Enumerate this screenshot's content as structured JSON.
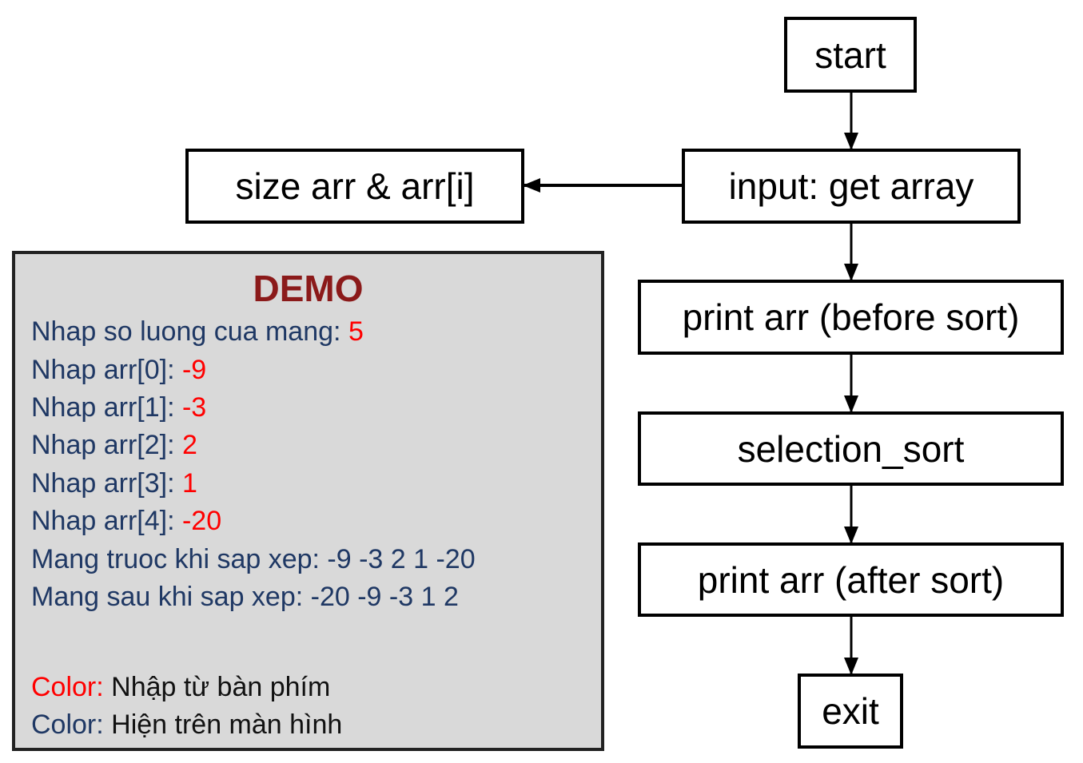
{
  "flowchart": {
    "start": "start",
    "input": "input: get array",
    "side": "size arr & arr[i]",
    "print_before": "print arr (before sort)",
    "sort": "selection_sort",
    "print_after": "print arr (after sort)",
    "exit": "exit"
  },
  "demo": {
    "title": "DEMO",
    "lines": [
      {
        "label": "Nhap so luong cua mang: ",
        "value": "5"
      },
      {
        "label": "Nhap arr[0]: ",
        "value": "-9"
      },
      {
        "label": "Nhap arr[1]: ",
        "value": "-3"
      },
      {
        "label": "Nhap arr[2]: ",
        "value": "2"
      },
      {
        "label": "Nhap arr[3]: ",
        "value": "1"
      },
      {
        "label": "Nhap arr[4]: ",
        "value": "-20"
      }
    ],
    "before": "Mang truoc khi sap xep: -9 -3 2 1 -20",
    "after": "Mang sau khi sap xep: -20 -9 -3 1 2",
    "legend": [
      {
        "key": "Color:",
        "text": " Nhập từ bàn phím"
      },
      {
        "key": "Color:",
        "text": " Hiện trên màn hình"
      }
    ]
  },
  "colors": {
    "input_value": "#ff0000",
    "screen_text": "#1f3864",
    "title": "#8b1a1a",
    "panel_bg": "#d9d9d9"
  }
}
